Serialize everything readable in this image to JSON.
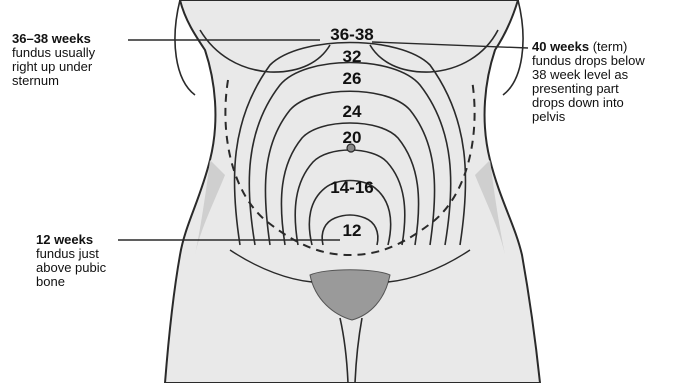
{
  "annotations": {
    "top_left": {
      "heading": "36–38 weeks",
      "lines": [
        "fundus usually",
        "right up under",
        "sternum"
      ]
    },
    "top_right": {
      "heading": "40 weeks",
      "heading_suffix": " (term)",
      "lines": [
        "fundus drops below",
        "38 week level as",
        "presenting part",
        "drops down into",
        "pelvis"
      ]
    },
    "bottom_left": {
      "heading": "12 weeks",
      "lines": [
        "fundus just",
        "above pubic",
        "bone"
      ]
    }
  },
  "fundal_levels": [
    {
      "label": "36-38"
    },
    {
      "label": "32"
    },
    {
      "label": "26"
    },
    {
      "label": "24"
    },
    {
      "label": "20"
    },
    {
      "label": "14-16"
    },
    {
      "label": "12"
    }
  ],
  "colors": {
    "skin": "#e9e9e9",
    "outline": "#2a2a2a",
    "shade": "#cfcfcf",
    "text": "#111111"
  }
}
